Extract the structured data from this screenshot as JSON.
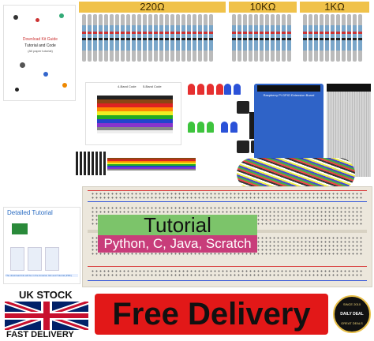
{
  "resistor_labels": {
    "r220": "220Ω",
    "r10k": "10KΩ",
    "r1k": "1KΩ"
  },
  "doc_top": {
    "title": "Download Kit Guide",
    "line1": "Tutorial and Code",
    "line2": "(All paper tutorial)"
  },
  "color_card": {
    "title": "4-Band Code",
    "subtitle": "5-Band Code"
  },
  "gpio_board": {
    "label": "Raspberry Pi GPIO Extension Board"
  },
  "doc_bottom": {
    "title": "Detailed Tutorial",
    "caption": "The download link will be in the Amazon link and Tutorial (PDF)"
  },
  "overlay": {
    "tutorial": "Tutorial",
    "languages": "Python, C, Java, Scratch"
  },
  "banner": {
    "uk_stock": "UK STOCK",
    "fast_delivery": "FAST DELIVERY",
    "free_delivery": "Free Delivery"
  },
  "badge": {
    "top": "SINCE 2010",
    "middle": "DAILY DEAL",
    "bottom": "GREAT DEALS"
  },
  "colors": {
    "breadboard": "#ece7dc",
    "tutorial_bg": "#7cc46a",
    "languages_bg": "#c83d7a",
    "free_delivery_bg": "#e21818",
    "label_tag": "#f0c24a"
  }
}
